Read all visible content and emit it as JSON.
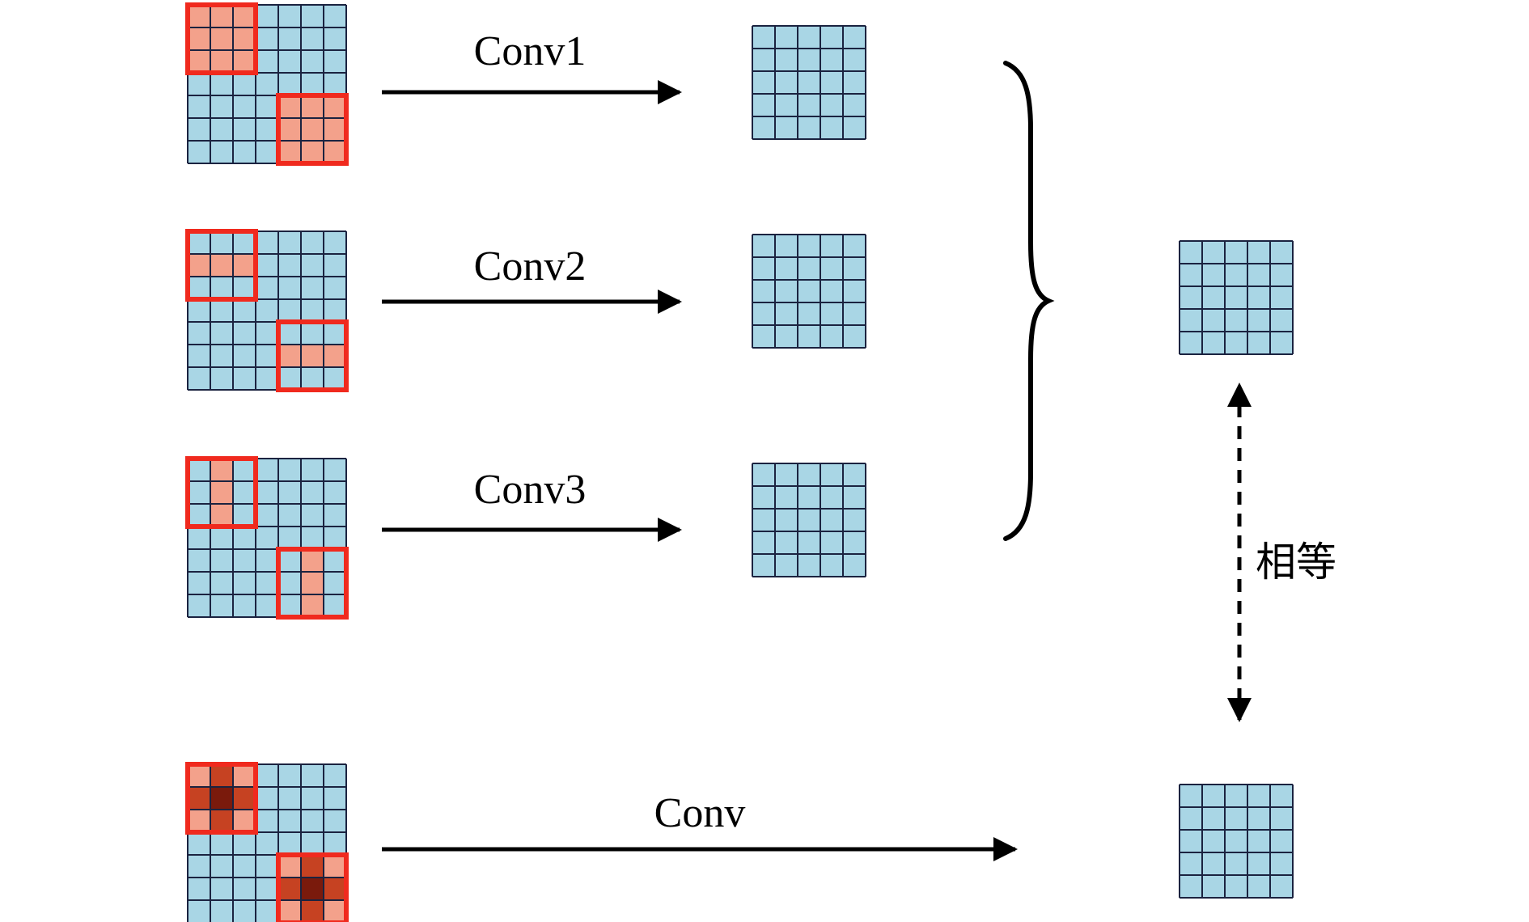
{
  "labels": {
    "conv1": "Conv1",
    "conv2": "Conv2",
    "conv3": "Conv3",
    "conv": "Conv",
    "equal": "相等"
  },
  "grid": {
    "input_size": 7,
    "output_size": 5,
    "kernel_size": 3
  },
  "kernels": {
    "conv1": "3x3",
    "conv2": "1x3 (middle row)",
    "conv3": "3x1 (middle column)",
    "conv": "3x3 (sum of kernels)"
  },
  "colors": {
    "cell": "#a9d6e5",
    "grid_line": "#1b2340",
    "highlight": "#f3a18b",
    "highlight_mid": "#c64222",
    "highlight_center": "#7a1a0c",
    "window_border": "#f02a1e",
    "arrow": "#000000"
  }
}
